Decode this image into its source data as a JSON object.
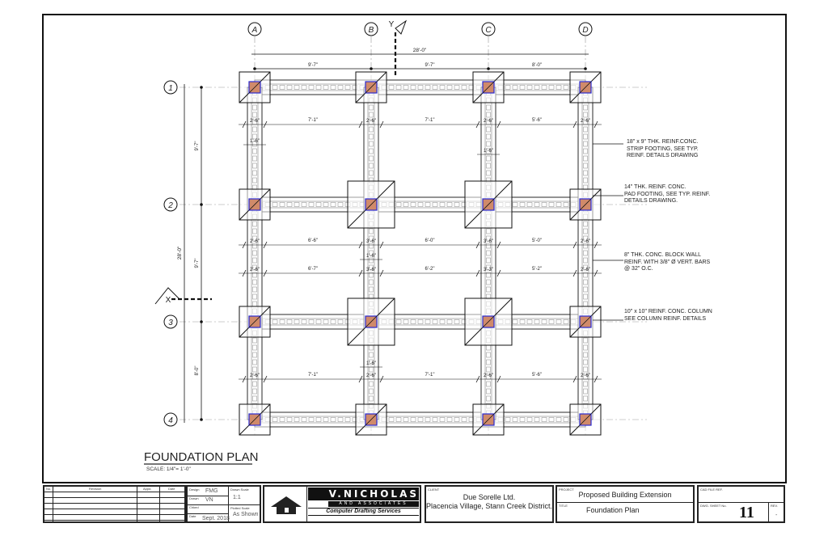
{
  "drawing": {
    "title": "FOUNDATION PLAN",
    "scale": "SCALE: 1/4\"= 1'-0\"",
    "grid_columns": [
      "A",
      "B",
      "C",
      "D"
    ],
    "grid_rows": [
      "1",
      "2",
      "3",
      "4"
    ],
    "section_markers": [
      "X",
      "Y"
    ],
    "overall_width": "28'-0\"",
    "overall_depth": "28'-0\"",
    "column_spacings": [
      "9'-7\"",
      "9'-7\"",
      "8'-0\""
    ],
    "row_spacings": [
      "9'-7\"",
      "9'-7\"",
      "8'-0\""
    ],
    "dim_strings": [
      {
        "pads": [
          "2'-6\"",
          "2'-6\"",
          "2'-6\"",
          "2'-6\""
        ],
        "gaps": [
          "7'-1\"",
          "7'-1\"",
          "5'-6\""
        ]
      },
      {
        "pads": [
          "2'-6\"",
          "3'-6\"",
          "3'-6\"",
          "2'-6\""
        ],
        "gaps": [
          "6'-6\"",
          "6'-0\"",
          "5'-0\""
        ]
      },
      {
        "pads": [
          "2'-6\"",
          "3'-6\"",
          "3'-3\"",
          "2'-6\""
        ],
        "gaps": [
          "6'-7\"",
          "6'-2\"",
          "5'-2\""
        ]
      },
      {
        "pads": [
          "2'-6\"",
          "2'-6\"",
          "2'-6\"",
          "2'-6\""
        ],
        "gaps": [
          "7'-1\"",
          "7'-1\"",
          "5'-6\""
        ]
      }
    ],
    "footing_width": "1'-6\"",
    "notes": [
      "18\" x 9\" THK. REINF.CONC.\nSTRIP FOOTING, SEE TYP.\nREINF. DETAILS DRAWING",
      "14\" THK. REINF. CONC.\nPAD FOOTING, SEE TYP. REINF.\nDETAILS DRAWING.",
      "8\" THK. CONC. BLOCK WALL\nREINF. WITH 3/8\" Ø VERT. BARS\n@ 32\" O.C.",
      "10\" x 10\" REINF. CONC. COLUMN\nSEE COLUMN REINF. DETAILS"
    ],
    "colors": {
      "column_fill": "#d08a6a",
      "column_outline": "#2a2ad0",
      "line": "#111111"
    }
  },
  "title_block": {
    "revision_headers": [
      "No.",
      "Revision",
      "Appd.",
      "Date"
    ],
    "design_label": "Design",
    "design": "FMG",
    "drawn_label": "Drawn",
    "drawn": "VN",
    "checked_label": "Chked",
    "date_label": "Date",
    "date": "Sept. 2018",
    "drawn_scale_label": "Drawn Scale",
    "drawn_scale": "1:1",
    "plotted_scale_label": "Plotted Scale",
    "plotted_scale": "As Shown",
    "logo": {
      "name": "V.NICHOLAS",
      "sub": "AND ASSOCIATES",
      "tagline": "Computer Drafting Services"
    },
    "client_label": "CLIENT",
    "client_line1": "Due Sorelle Ltd.",
    "client_line2": "Placencia Village, Stann Creek District.",
    "project_label": "PROJECT",
    "project": "Proposed Building Extension",
    "title_label": "TITLE",
    "title": "Foundation Plan",
    "cad_label": "CAD FILE REF.",
    "sheet_label": "DWG. SHEET No.",
    "sheet": "11",
    "rev_label": "REV.",
    "rev": "-"
  }
}
